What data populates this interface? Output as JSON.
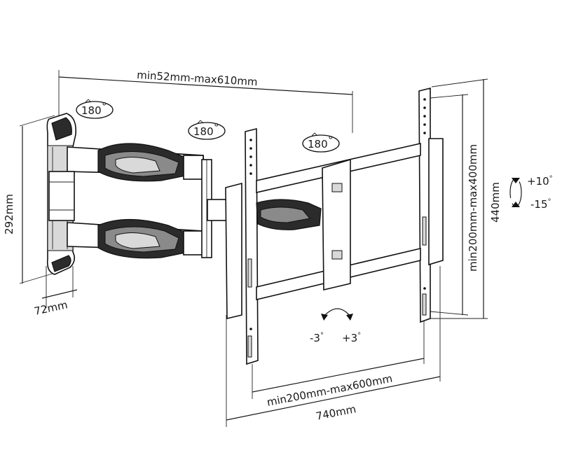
{
  "dimensions": {
    "arm_extension": "min52mm-max610mm",
    "wall_plate_height": "292mm",
    "wall_plate_width": "72mm",
    "vesa_horizontal": "min200mm-max600mm",
    "overall_width": "740mm",
    "vesa_vertical": "min200mm-max400mm",
    "overall_height": "440mm"
  },
  "rotations": {
    "swivel_1": "180",
    "swivel_2": "180",
    "swivel_3": "180",
    "degree_symbol": "°"
  },
  "tilt": {
    "up": "+10",
    "down": "-15",
    "degree_symbol": "°"
  },
  "level_adjust": {
    "left": "-3",
    "right": "+3",
    "degree_symbol": "°"
  }
}
